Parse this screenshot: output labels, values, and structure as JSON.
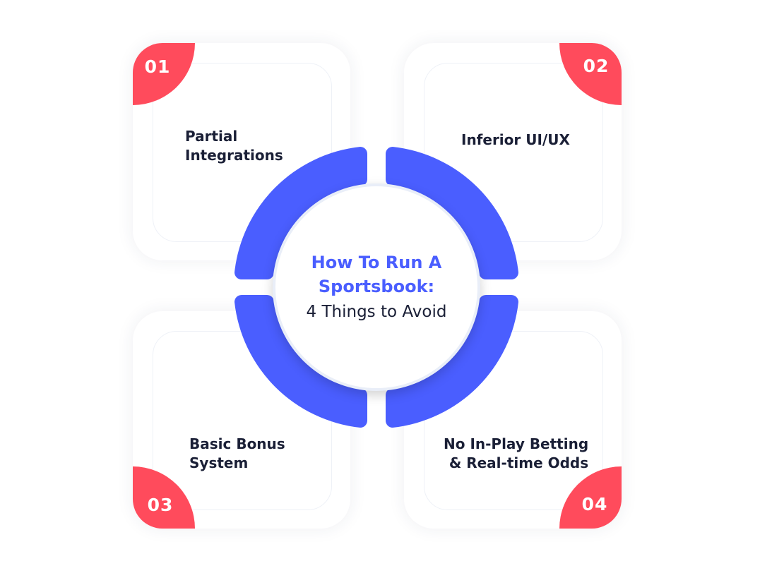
{
  "cards": [
    {
      "number": "01",
      "label_line1": "Partial",
      "label_line2": "Integrations"
    },
    {
      "number": "02",
      "label_line1": "Inferior UI/UX",
      "label_line2": ""
    },
    {
      "number": "03",
      "label_line1": "Basic Bonus",
      "label_line2": "System"
    },
    {
      "number": "04",
      "label_line1": "No In-Play Betting",
      "label_line2": "& Real-time Odds"
    }
  ],
  "center": {
    "title": "How To Run A Sportsbook:",
    "subtitle": "4 Things to Avoid"
  },
  "colors": {
    "accent_red": "#ff4b5c",
    "ring_blue": "#4a5eff",
    "text_dark": "#1a1f36"
  }
}
